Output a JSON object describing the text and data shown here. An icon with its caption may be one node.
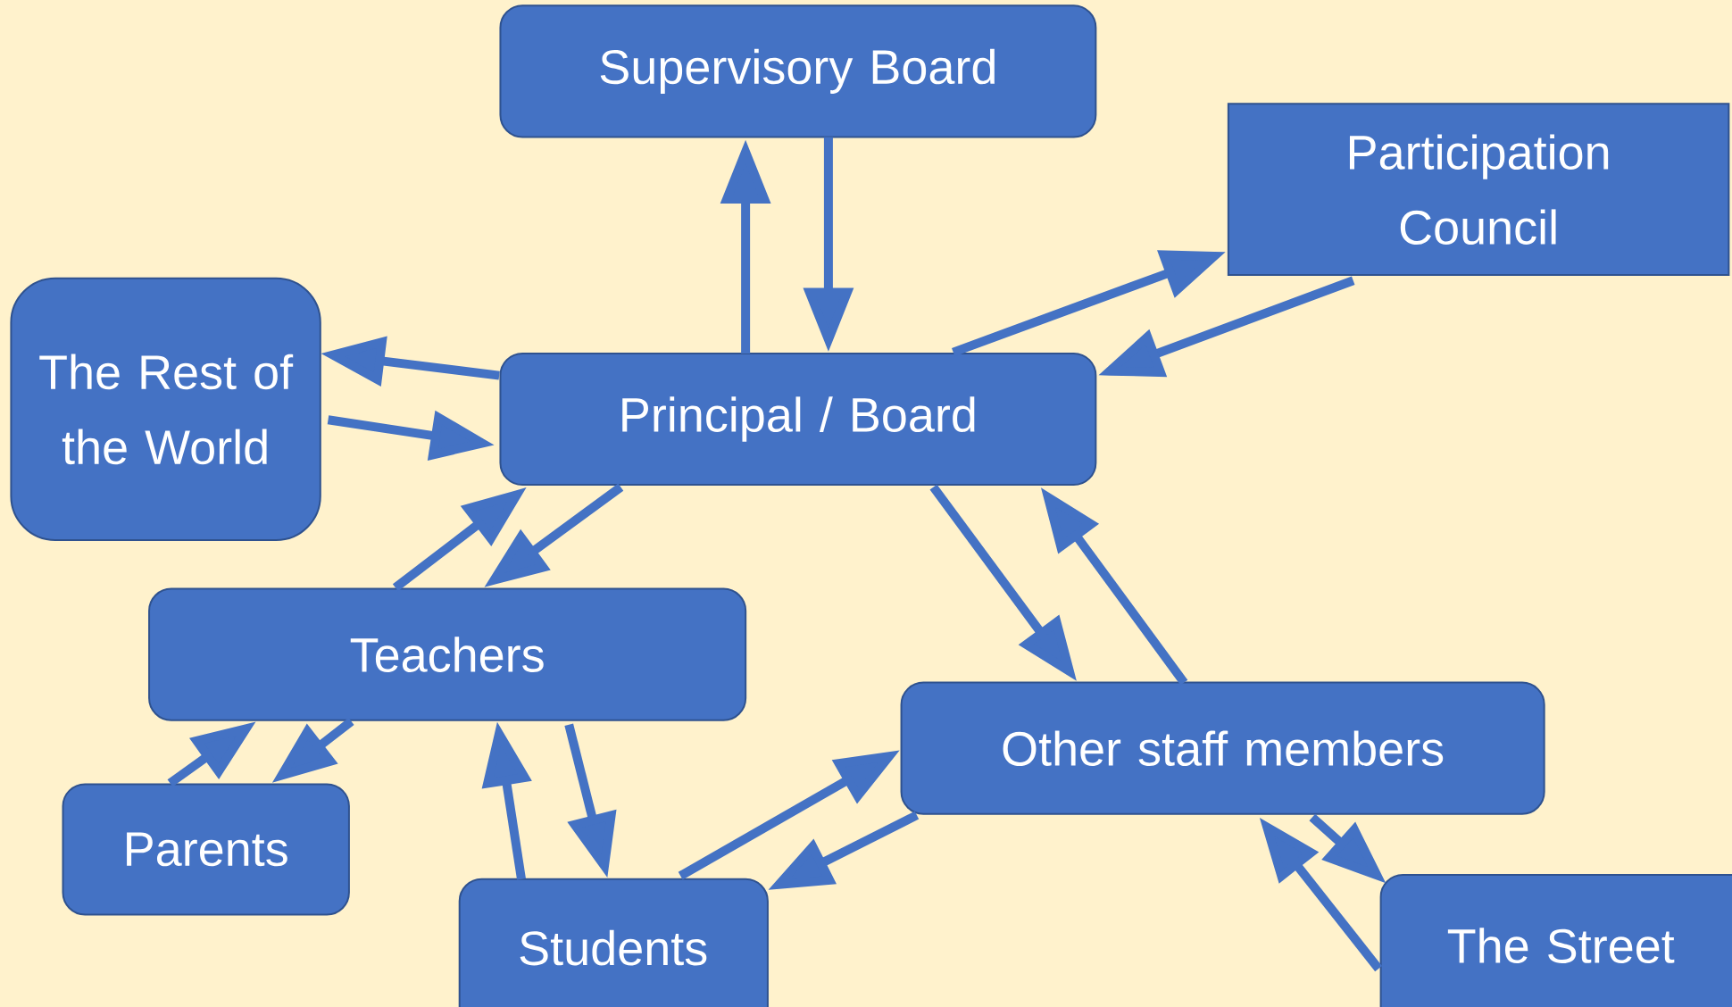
{
  "diagram": {
    "nodes": [
      {
        "text": [
          "Supervisory Board"
        ]
      },
      {
        "text": [
          "Participation Council"
        ]
      },
      {
        "text": [
          "The Rest of the World"
        ]
      },
      {
        "text": [
          "Principal / Board"
        ]
      },
      {
        "text": [
          "Teachers"
        ]
      },
      {
        "text": [
          "Other staff members"
        ]
      },
      {
        "text": [
          "Parents"
        ]
      },
      {
        "text": [
          "Students"
        ]
      },
      {
        "text": [
          "The Street"
        ]
      }
    ],
    "edges": [
      {
        "from": 3,
        "to": 0,
        "arrow": "to"
      },
      {
        "from": 0,
        "to": 3,
        "arrow": "to"
      },
      {
        "from": 3,
        "to": 1,
        "arrow": "to"
      },
      {
        "from": 1,
        "to": 3,
        "arrow": "to"
      },
      {
        "from": 3,
        "to": 2,
        "arrow": "to"
      },
      {
        "from": 2,
        "to": 3,
        "arrow": "to"
      },
      {
        "from": 4,
        "to": 3,
        "arrow": "to"
      },
      {
        "from": 3,
        "to": 4,
        "arrow": "to"
      },
      {
        "from": 3,
        "to": 5,
        "arrow": "to"
      },
      {
        "from": 5,
        "to": 3,
        "arrow": "to"
      },
      {
        "from": 6,
        "to": 4,
        "arrow": "to"
      },
      {
        "from": 4,
        "to": 6,
        "arrow": "to"
      },
      {
        "from": 7,
        "to": 4,
        "arrow": "to"
      },
      {
        "from": 4,
        "to": 7,
        "arrow": "to"
      },
      {
        "from": 7,
        "to": 5,
        "arrow": "to"
      },
      {
        "from": 5,
        "to": 7,
        "arrow": "to"
      },
      {
        "from": 8,
        "to": 5,
        "arrow": "to"
      },
      {
        "from": 5,
        "to": 8,
        "arrow": "to"
      }
    ]
  }
}
